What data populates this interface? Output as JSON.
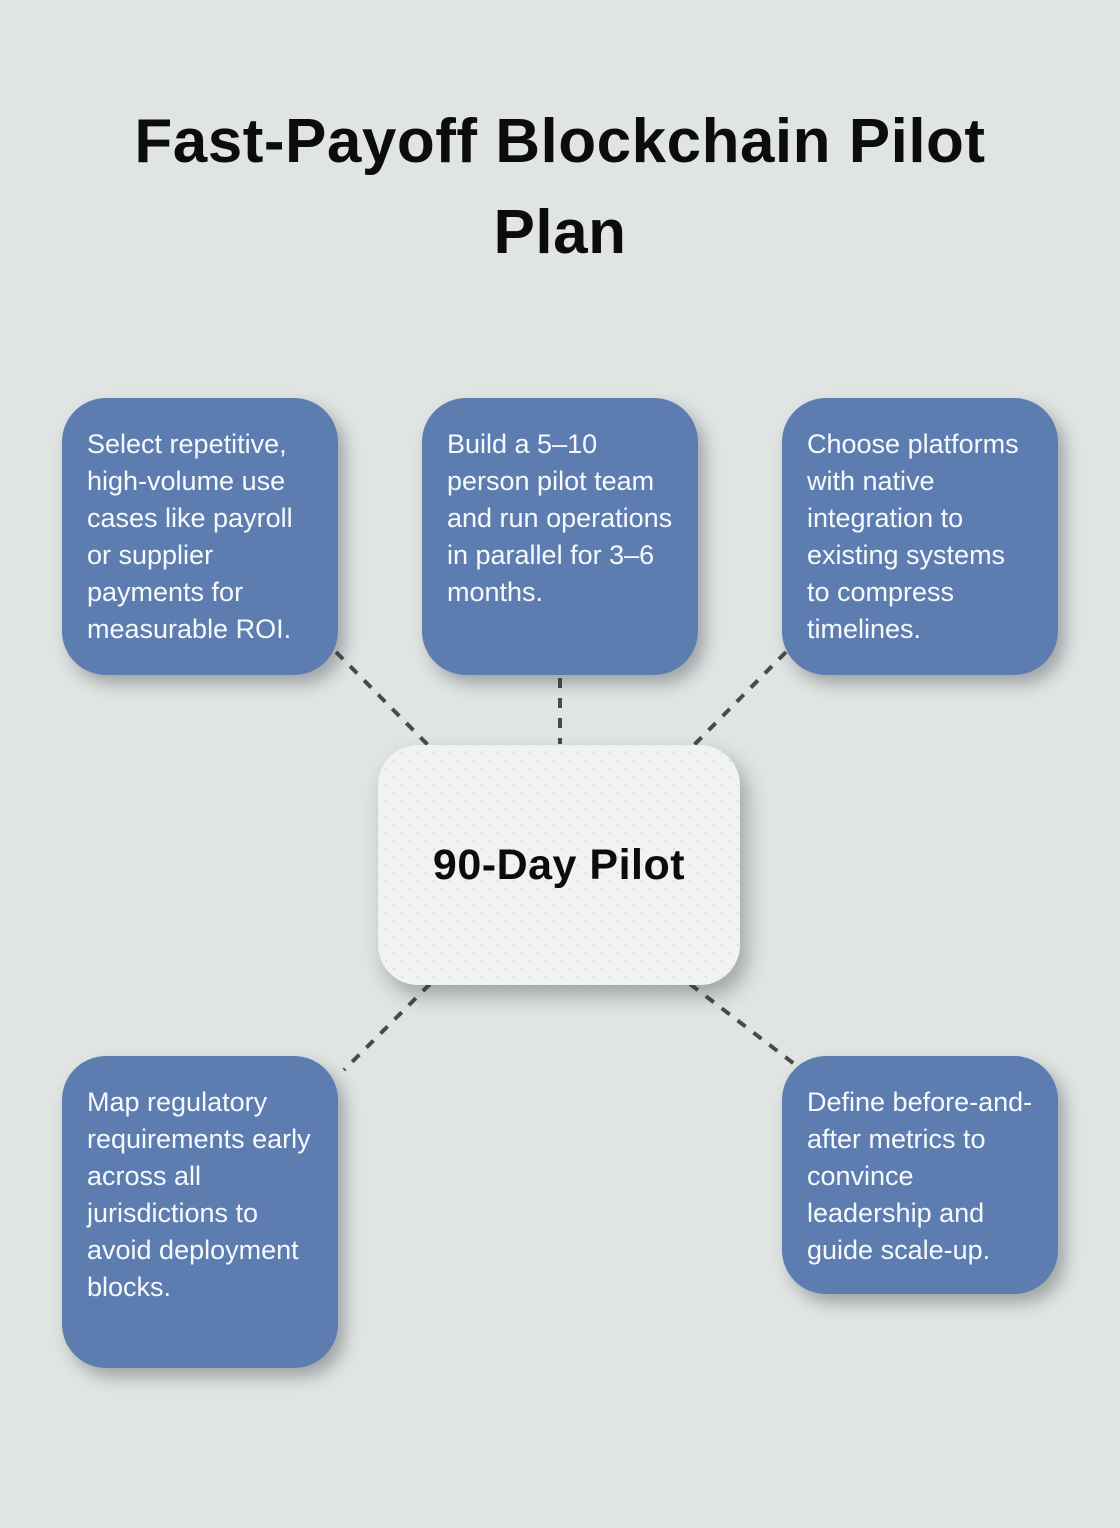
{
  "title": "Fast-Payoff Blockchain Pilot Plan",
  "center": {
    "label": "90-Day Pilot"
  },
  "nodes": [
    {
      "id": "top-left",
      "text": "Select repetitive, high-volume use cases like payroll or supplier payments for measurable ROI."
    },
    {
      "id": "top-center",
      "text": "Build a 5–10 person pilot team and run operations in parallel for 3–6 months."
    },
    {
      "id": "top-right",
      "text": "Choose platforms with native integration to existing systems to compress timelines."
    },
    {
      "id": "bottom-left",
      "text": "Map regulatory requirements early across all jurisdictions to avoid deployment blocks."
    },
    {
      "id": "bottom-right",
      "text": "Define before-and-after metrics to convince leadership and guide scale-up."
    }
  ],
  "colors": {
    "background": "#e0e4e2",
    "node_fill": "#5d7db1",
    "node_text": "#f7fafc",
    "center_fill": "#f1f3f2",
    "center_text": "#0c0c0c",
    "connector": "#4a4a4a",
    "title_text": "#0c0c0c"
  }
}
